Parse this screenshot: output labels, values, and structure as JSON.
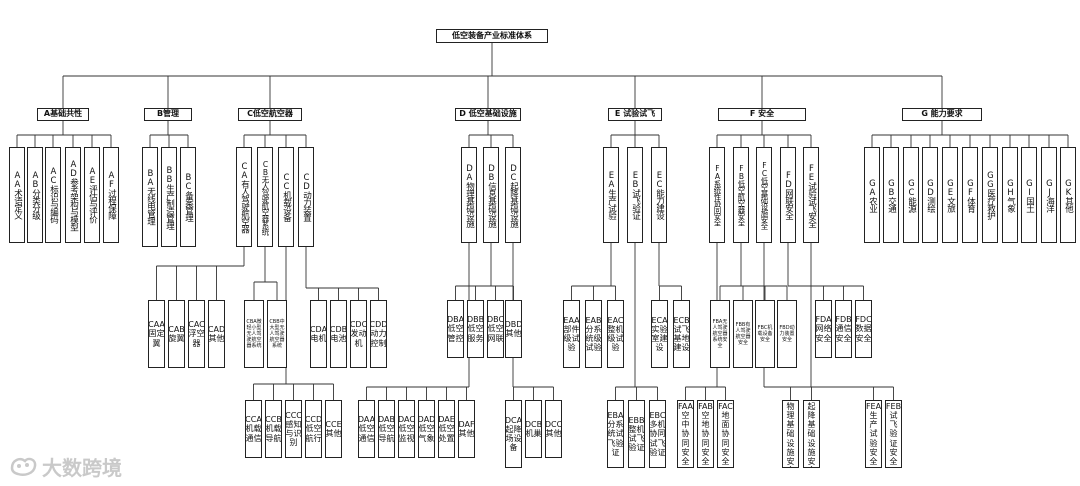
{
  "root": "低空装备产业标准体系",
  "nodes": {
    "A": "A基础共性",
    "B": "B管理",
    "C": "C低空航空器",
    "D": "D 低空基础设施",
    "E": "E 试验试飞",
    "F": "F 安全",
    "G": "G 能力要求",
    "AA": "AA术语定义",
    "AB": "AB分类分级",
    "AC": "AC标识与编码",
    "AD": "AD参考架构与模型",
    "AE": "AE评估与评价",
    "AF": "AF过程保障",
    "BA": "BA无线电管理",
    "BB": "BB生产制造管理",
    "BC": "BC备案管理",
    "CA": "CA有人驾驶航空器",
    "CB": "CB无人驾驶航空器系统",
    "CC": "CC机载设备",
    "CD": "CD动力装置",
    "DA": "DA物理基础设施",
    "DB": "DB信息基础设施",
    "DC": "DC起降基础设施",
    "EA": "EA生产试验",
    "EB": "EB试飞验证",
    "EC": "EC能力建设",
    "FA": "FA系统性协同安全",
    "FB": "FB低空航空器安全",
    "FC": "FC低空基础设施安全",
    "FD": "FD网联安全",
    "FE": "FE试验试飞安全",
    "GA": "GA农业",
    "GB": "GB交通",
    "GC": "GC能源",
    "GD": "GD测绘",
    "GE": "GE文旅",
    "GF": "GF体育",
    "GG": "GG医疗救护",
    "GH": "GH气象",
    "GI": "GI国土",
    "GJ": "GJ海洋",
    "GK": "GK其他",
    "CAA": "CAA固定翼",
    "CAB": "CAB旋翼",
    "CAC": "CAC浮空器",
    "CAD": "CAD其他",
    "CBA": "CBA微轻小型无人驾驶航空器系统",
    "CBB": "CBB中大型无人驾驶航空器系统",
    "CDA": "CDA电机",
    "CDB": "CDB电池",
    "CDC": "CDC发动机",
    "CDD": "CDD动力控制",
    "DBA": "DBA低空管控",
    "DBB": "DBB低空服务",
    "DBC": "DBC低空网联",
    "DBD": "DBD其他",
    "EAA": "EAA部件级试验",
    "EAB": "EAB分系统级试验",
    "EAC": "EAC整机级试验",
    "ECA": "ECA实验室建设",
    "ECB": "ECB试飞基地建设",
    "FBA": "FBA无人驾驶航空器系统安全",
    "FBB": "FBB有人驾驶航空器安全",
    "FBC": "FBC机载设备安全",
    "FBD": "FBD动力装置安全",
    "FDA": "FDA网络安全",
    "FDB": "FDB通信安全",
    "FDC": "FDC数据安全",
    "CCA": "CCA机载通信",
    "CCB": "CCB机载导航",
    "CCC": "CCC感知与识别",
    "CCD": "CCD低空航行",
    "CCE": "CCE其他",
    "DAA": "DAA低空通信",
    "DAB": "DAB低空导航",
    "DAC": "DAC低空监视",
    "DAD": "DAD低空气象",
    "DAE": "DAE低空处置",
    "DAF": "DAF其他",
    "DCA": "DCA起降场设备",
    "DCB": "DCB机巢",
    "DCC": "DCC其他",
    "EBA": "EBA分系统试飞验证",
    "EBB": "EBB整机试飞验证",
    "EBC": "EBC多机协同试飞验证",
    "FAA": "FAA空中协同安全",
    "FAB": "FAB空地协同安全",
    "FAC": "FAC地面协同安全",
    "FCA": "FCA物理基础设施安全",
    "FCB": "FCB起降基础设施安全",
    "FEA": "FEA生产试验安全",
    "FEB": "FEB试飞验证安全"
  },
  "watermark": "大数跨境"
}
